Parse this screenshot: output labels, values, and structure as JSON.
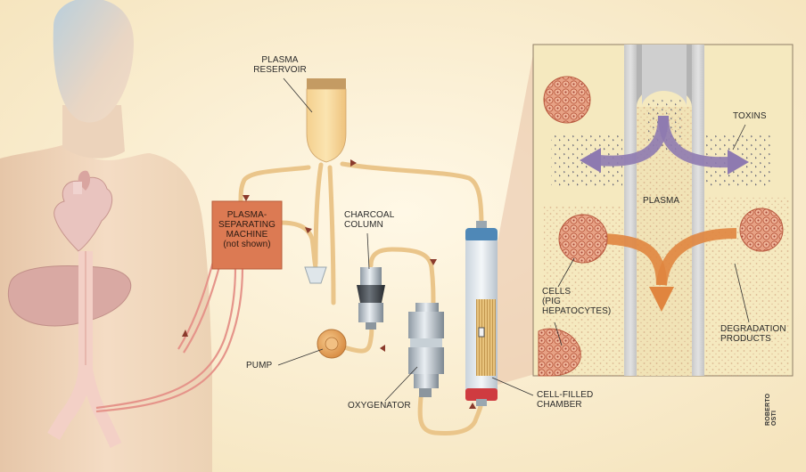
{
  "labels": {
    "plasma_reservoir": [
      "PLASMA",
      "RESERVOIR"
    ],
    "plasma_separating_machine": [
      "PLASMA-",
      "SEPARATING",
      "MACHINE",
      "(not shown)"
    ],
    "charcoal_column": [
      "CHARCOAL",
      "COLUMN"
    ],
    "pump": "PUMP",
    "oxygenator": "OXYGENATOR",
    "cell_filled_chamber": [
      "CELL-FILLED",
      "CHAMBER"
    ],
    "toxins": "TOXINS",
    "plasma": "PLASMA",
    "cells": [
      "CELLS",
      "(PIG",
      "HEPATOCYTES)"
    ],
    "degradation_products": [
      "DEGRADATION",
      "PRODUCTS"
    ]
  },
  "credit": "ROBERTO OSTI",
  "colors": {
    "background": "#fbf1d8",
    "body": "#f0d4b8",
    "tube": "#efc98f",
    "machine": "#d9734e",
    "inset_bg": "#f8edc2",
    "toxin_arrow": "#8e7ab0",
    "degradation_arrow": "#e0853f",
    "cell": "#e0967a"
  }
}
